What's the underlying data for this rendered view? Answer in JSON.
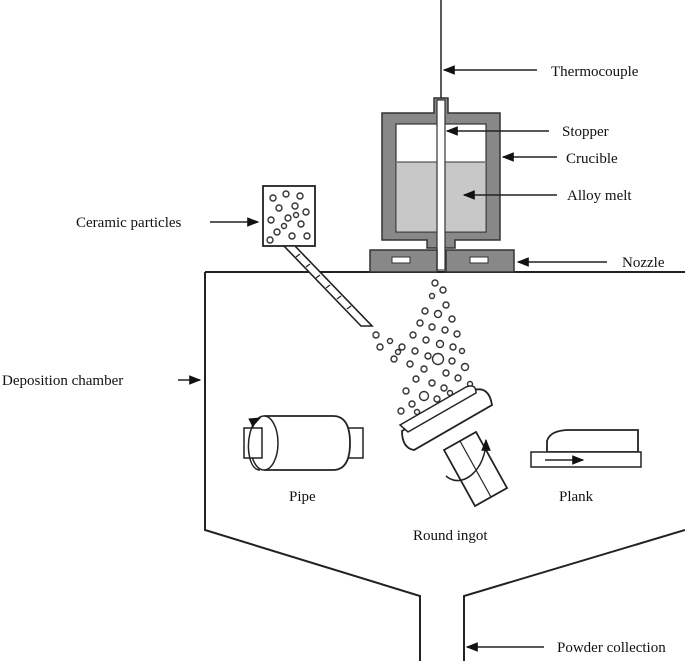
{
  "labels": {
    "thermocouple": "Thermocouple",
    "stopper": "Stopper",
    "crucible": "Crucible",
    "alloy_melt": "Alloy melt",
    "ceramic_particles": "Ceramic particles",
    "nozzle": "Nozzle",
    "deposition_chamber": "Deposition chamber",
    "pipe": "Pipe",
    "plank": "Plank",
    "round_ingot": "Round ingot",
    "powder_collection": "Powder collection"
  },
  "colors": {
    "crucible_wall": "#888888",
    "alloy_melt": "#c8c8c8",
    "line": "#222222"
  }
}
